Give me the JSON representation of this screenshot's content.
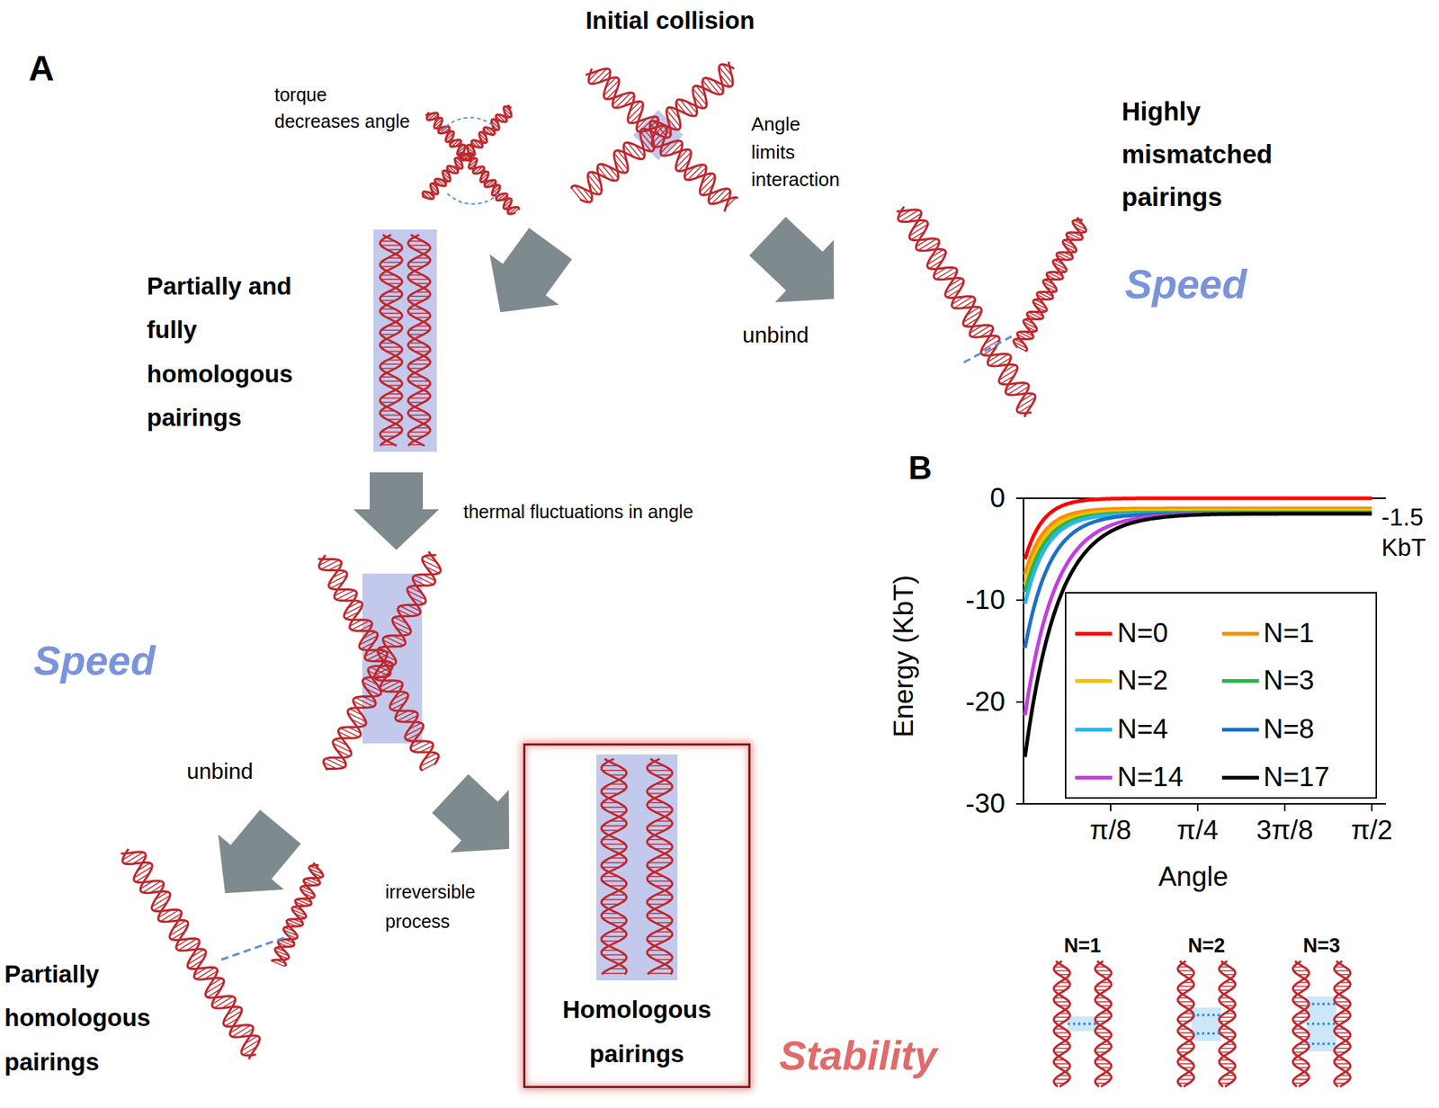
{
  "diagram": {
    "nodes": [
      {
        "text": [
          "Homologous pairings"
        ]
      }
    ],
    "labels": [
      "A",
      "Initial collision",
      "torque decreases angle",
      "Angle limits interaction",
      "Highly mismatched pairings",
      "Partially and fully homologous pairings",
      "Speed",
      "unbind",
      "B",
      "thermal fluctuations in angle",
      "0",
      "-1.5 KbT",
      "-10",
      "Energy (KbT)",
      "-20",
      "-30",
      "Speed",
      "π/8",
      "π/4",
      "3π/8",
      "π/2",
      "Angle",
      "unbind",
      "irreversible process",
      "N=1",
      "N=2",
      "N=3",
      "Partially homologous pairings",
      "Stability"
    ],
    "legend": [
      {
        "text": "N=0"
      },
      {
        "text": "N=1"
      },
      {
        "text": "N=2"
      },
      {
        "text": "N=3"
      },
      {
        "text": "N=4"
      },
      {
        "text": "N=8"
      },
      {
        "text": "N=14"
      },
      {
        "text": "N=17"
      }
    ]
  }
}
